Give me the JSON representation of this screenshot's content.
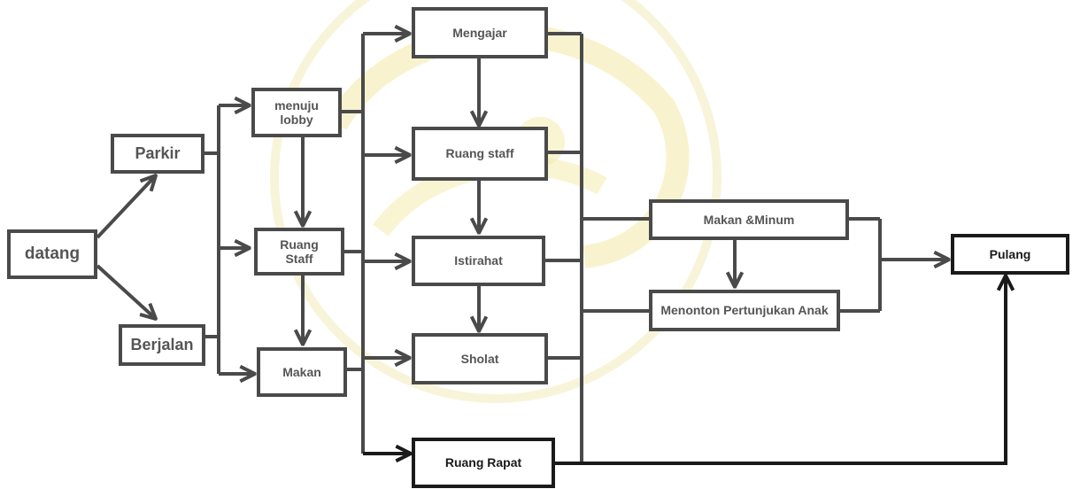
{
  "nodes": {
    "datang": "datang",
    "parkir": "Parkir",
    "berjalan": "Berjalan",
    "menuju_lobby": "menuju lobby",
    "ruang_staff_1": "Ruang Staff",
    "makan": "Makan",
    "mengajar": "Mengajar",
    "ruang_staff_2": "Ruang staff",
    "istirahat": "Istirahat",
    "sholat": "Sholat",
    "ruang_rapat": "Ruang Rapat",
    "makan_minum": "Makan &Minum",
    "menonton": "Menonton Pertunjukan Anak",
    "pulang": "Pulang"
  },
  "colors": {
    "line": "#4a4a4a",
    "dark": "#1a1a1a",
    "watermark": "#f3e9a6"
  }
}
